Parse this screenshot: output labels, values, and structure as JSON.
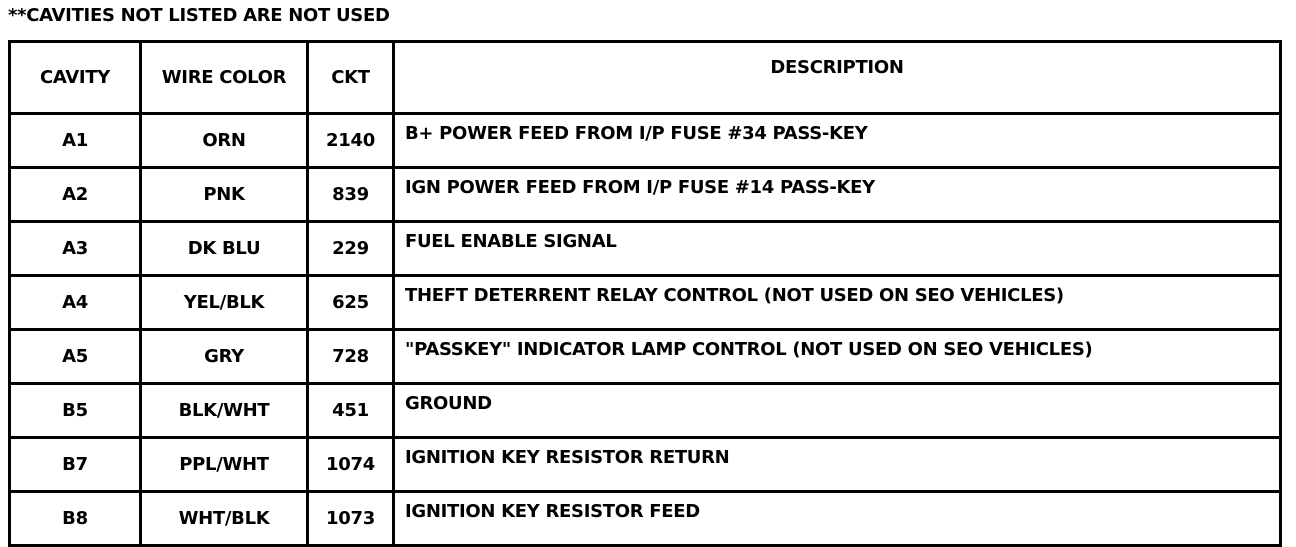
{
  "note": "**CAVITIES NOT LISTED ARE NOT USED",
  "table": {
    "headers": {
      "cavity": "CAVITY",
      "wire_color": "WIRE COLOR",
      "ckt": "CKT",
      "description": "DESCRIPTION"
    },
    "rows": [
      {
        "cavity": "A1",
        "wire_color": "ORN",
        "ckt": "2140",
        "description": "B+ POWER FEED FROM I/P FUSE #34 PASS-KEY"
      },
      {
        "cavity": "A2",
        "wire_color": "PNK",
        "ckt": "839",
        "description": "IGN POWER FEED FROM I/P FUSE #14 PASS-KEY"
      },
      {
        "cavity": "A3",
        "wire_color": "DK BLU",
        "ckt": "229",
        "description": "FUEL ENABLE SIGNAL"
      },
      {
        "cavity": "A4",
        "wire_color": "YEL/BLK",
        "ckt": "625",
        "description": "THEFT DETERRENT RELAY CONTROL (NOT USED ON SEO VEHICLES)"
      },
      {
        "cavity": "A5",
        "wire_color": "GRY",
        "ckt": "728",
        "description": "\"PASSKEY\" INDICATOR LAMP CONTROL (NOT USED ON SEO VEHICLES)"
      },
      {
        "cavity": "B5",
        "wire_color": "BLK/WHT",
        "ckt": "451",
        "description": "GROUND"
      },
      {
        "cavity": "B7",
        "wire_color": "PPL/WHT",
        "ckt": "1074",
        "description": "IGNITION KEY RESISTOR RETURN"
      },
      {
        "cavity": "B8",
        "wire_color": "WHT/BLK",
        "ckt": "1073",
        "description": "IGNITION KEY RESISTOR FEED"
      }
    ]
  }
}
